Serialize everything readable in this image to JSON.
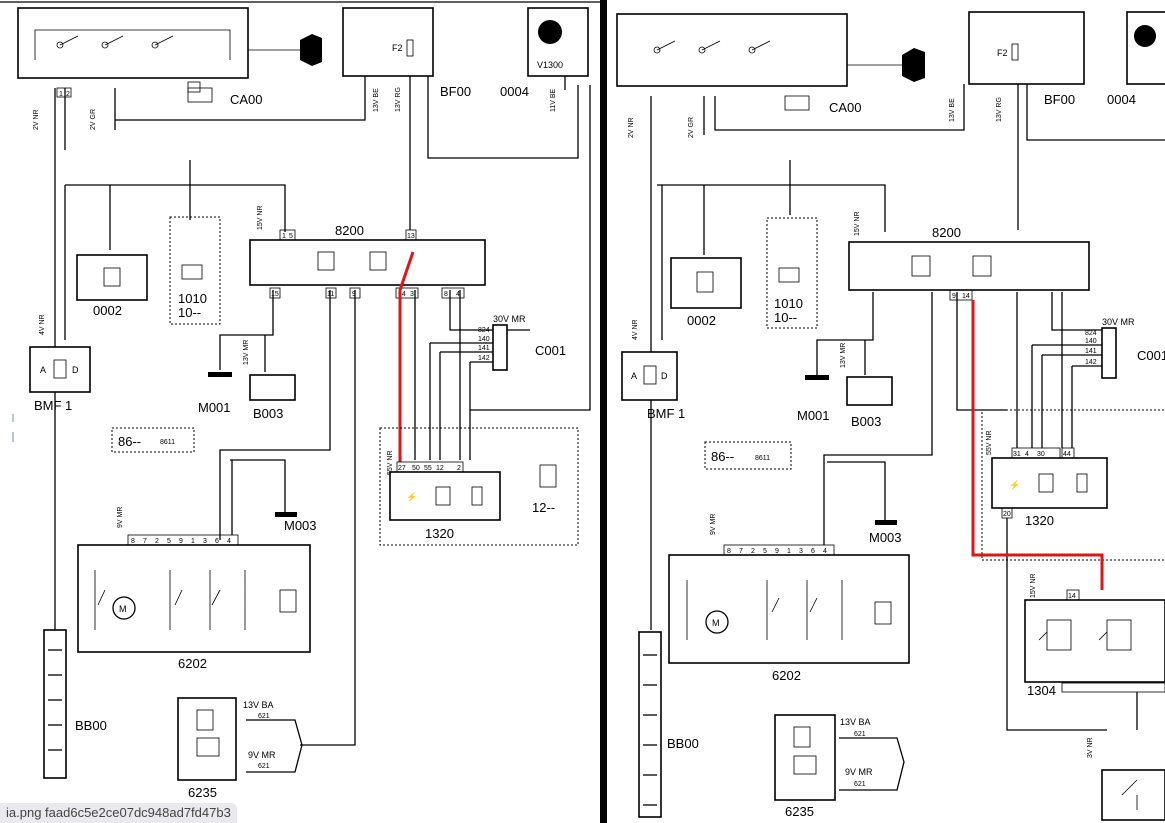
{
  "file_label": "ia.png faad6c5e2ce07dc948ad7fd47b3",
  "components": {
    "ca00": "CA00",
    "bf00": "BF00",
    "v1300": "V1300",
    "c0004": "0004",
    "c8200": "8200",
    "c0002": "0002",
    "c1010": "1010",
    "c1010b": "10--",
    "bmf1": "BMF 1",
    "m001": "M001",
    "b003": "B003",
    "c001": "C001",
    "c86": "86--",
    "m003": "M003",
    "c1320": "1320",
    "c12": "12--",
    "c6202": "6202",
    "bb00": "BB00",
    "c6235": "6235",
    "c1304": "1304",
    "f2": "F2"
  },
  "wires": {
    "v2nr": "2V NR",
    "v2gr": "2V GR",
    "v13be": "13V BE",
    "v13rg": "13V RG",
    "v11be": "11V BE",
    "v15nr": "15V NR",
    "v4nr": "4V NR",
    "v13mr": "13V MR",
    "v30mr": "30V MR",
    "v55nr": "55V NR",
    "v9mr": "9V MR",
    "v13ba": "13V BA",
    "v3nr": "3V NR",
    "w621": "621",
    "w8611": "8611"
  },
  "pins": {
    "a": "A",
    "d": "D",
    "p27": "27",
    "p50": "50",
    "p55": "55",
    "p12": "12",
    "p2": "2",
    "p14": "14",
    "p3": "3",
    "p8": "8",
    "p4": "4",
    "p9": "9",
    "p11": "11",
    "p15": "15",
    "p13": "13",
    "p1": "1",
    "p5": "5",
    "p20": "20",
    "p44": "44",
    "p30": "30",
    "p31": "31"
  },
  "motor": "M",
  "connector_6202": [
    "8",
    "7",
    "2",
    "5",
    "9",
    "1",
    "3",
    "6",
    "4"
  ],
  "c001_wires": [
    "824",
    "140",
    "141",
    "142"
  ],
  "highlight_color": "#e01515"
}
